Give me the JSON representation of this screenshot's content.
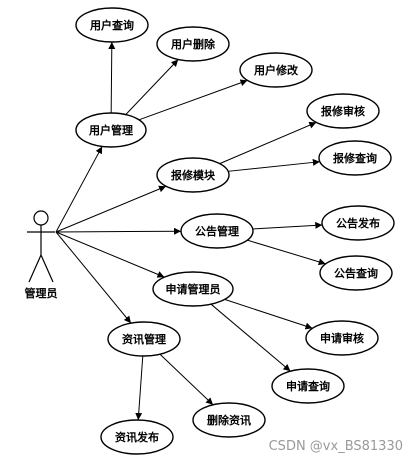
{
  "actor": {
    "label": "管理员"
  },
  "nodes": [
    {
      "id": "user-mgmt",
      "label": "用户管理"
    },
    {
      "id": "user-query",
      "label": "用户查询"
    },
    {
      "id": "user-delete",
      "label": "用户删除"
    },
    {
      "id": "user-modify",
      "label": "用户修改"
    },
    {
      "id": "repair-module",
      "label": "报修模块"
    },
    {
      "id": "repair-review",
      "label": "报修审核"
    },
    {
      "id": "repair-query",
      "label": "报修查询"
    },
    {
      "id": "notice-mgmt",
      "label": "公告管理"
    },
    {
      "id": "notice-publish",
      "label": "公告发布"
    },
    {
      "id": "notice-query",
      "label": "公告查询"
    },
    {
      "id": "apply-admin",
      "label": "申请管理员"
    },
    {
      "id": "apply-review",
      "label": "申请审核"
    },
    {
      "id": "apply-query",
      "label": "申请查询"
    },
    {
      "id": "info-mgmt",
      "label": "资讯管理"
    },
    {
      "id": "info-publish",
      "label": "资讯发布"
    },
    {
      "id": "info-delete",
      "label": "删除资讯"
    }
  ],
  "edges": [
    {
      "from": "actor",
      "to": "user-mgmt"
    },
    {
      "from": "actor",
      "to": "repair-module"
    },
    {
      "from": "actor",
      "to": "notice-mgmt"
    },
    {
      "from": "actor",
      "to": "apply-admin"
    },
    {
      "from": "actor",
      "to": "info-mgmt"
    },
    {
      "from": "user-mgmt",
      "to": "user-query"
    },
    {
      "from": "user-mgmt",
      "to": "user-delete"
    },
    {
      "from": "user-mgmt",
      "to": "user-modify"
    },
    {
      "from": "repair-module",
      "to": "repair-review"
    },
    {
      "from": "repair-module",
      "to": "repair-query"
    },
    {
      "from": "notice-mgmt",
      "to": "notice-publish"
    },
    {
      "from": "notice-mgmt",
      "to": "notice-query"
    },
    {
      "from": "apply-admin",
      "to": "apply-review"
    },
    {
      "from": "apply-admin",
      "to": "apply-query"
    },
    {
      "from": "info-mgmt",
      "to": "info-publish"
    },
    {
      "from": "info-mgmt",
      "to": "info-delete"
    }
  ],
  "watermark": "CSDN @vx_BS81330"
}
